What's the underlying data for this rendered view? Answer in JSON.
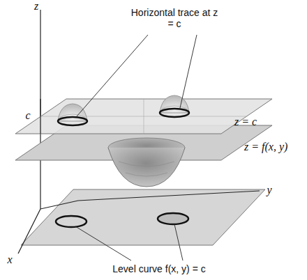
{
  "diagram": {
    "labels": [
      "z",
      "c",
      "Horizontal trace at z = c",
      "z = c",
      "z = f(x, y)",
      "x",
      "y",
      "Level curve f(x, y) = c"
    ]
  }
}
